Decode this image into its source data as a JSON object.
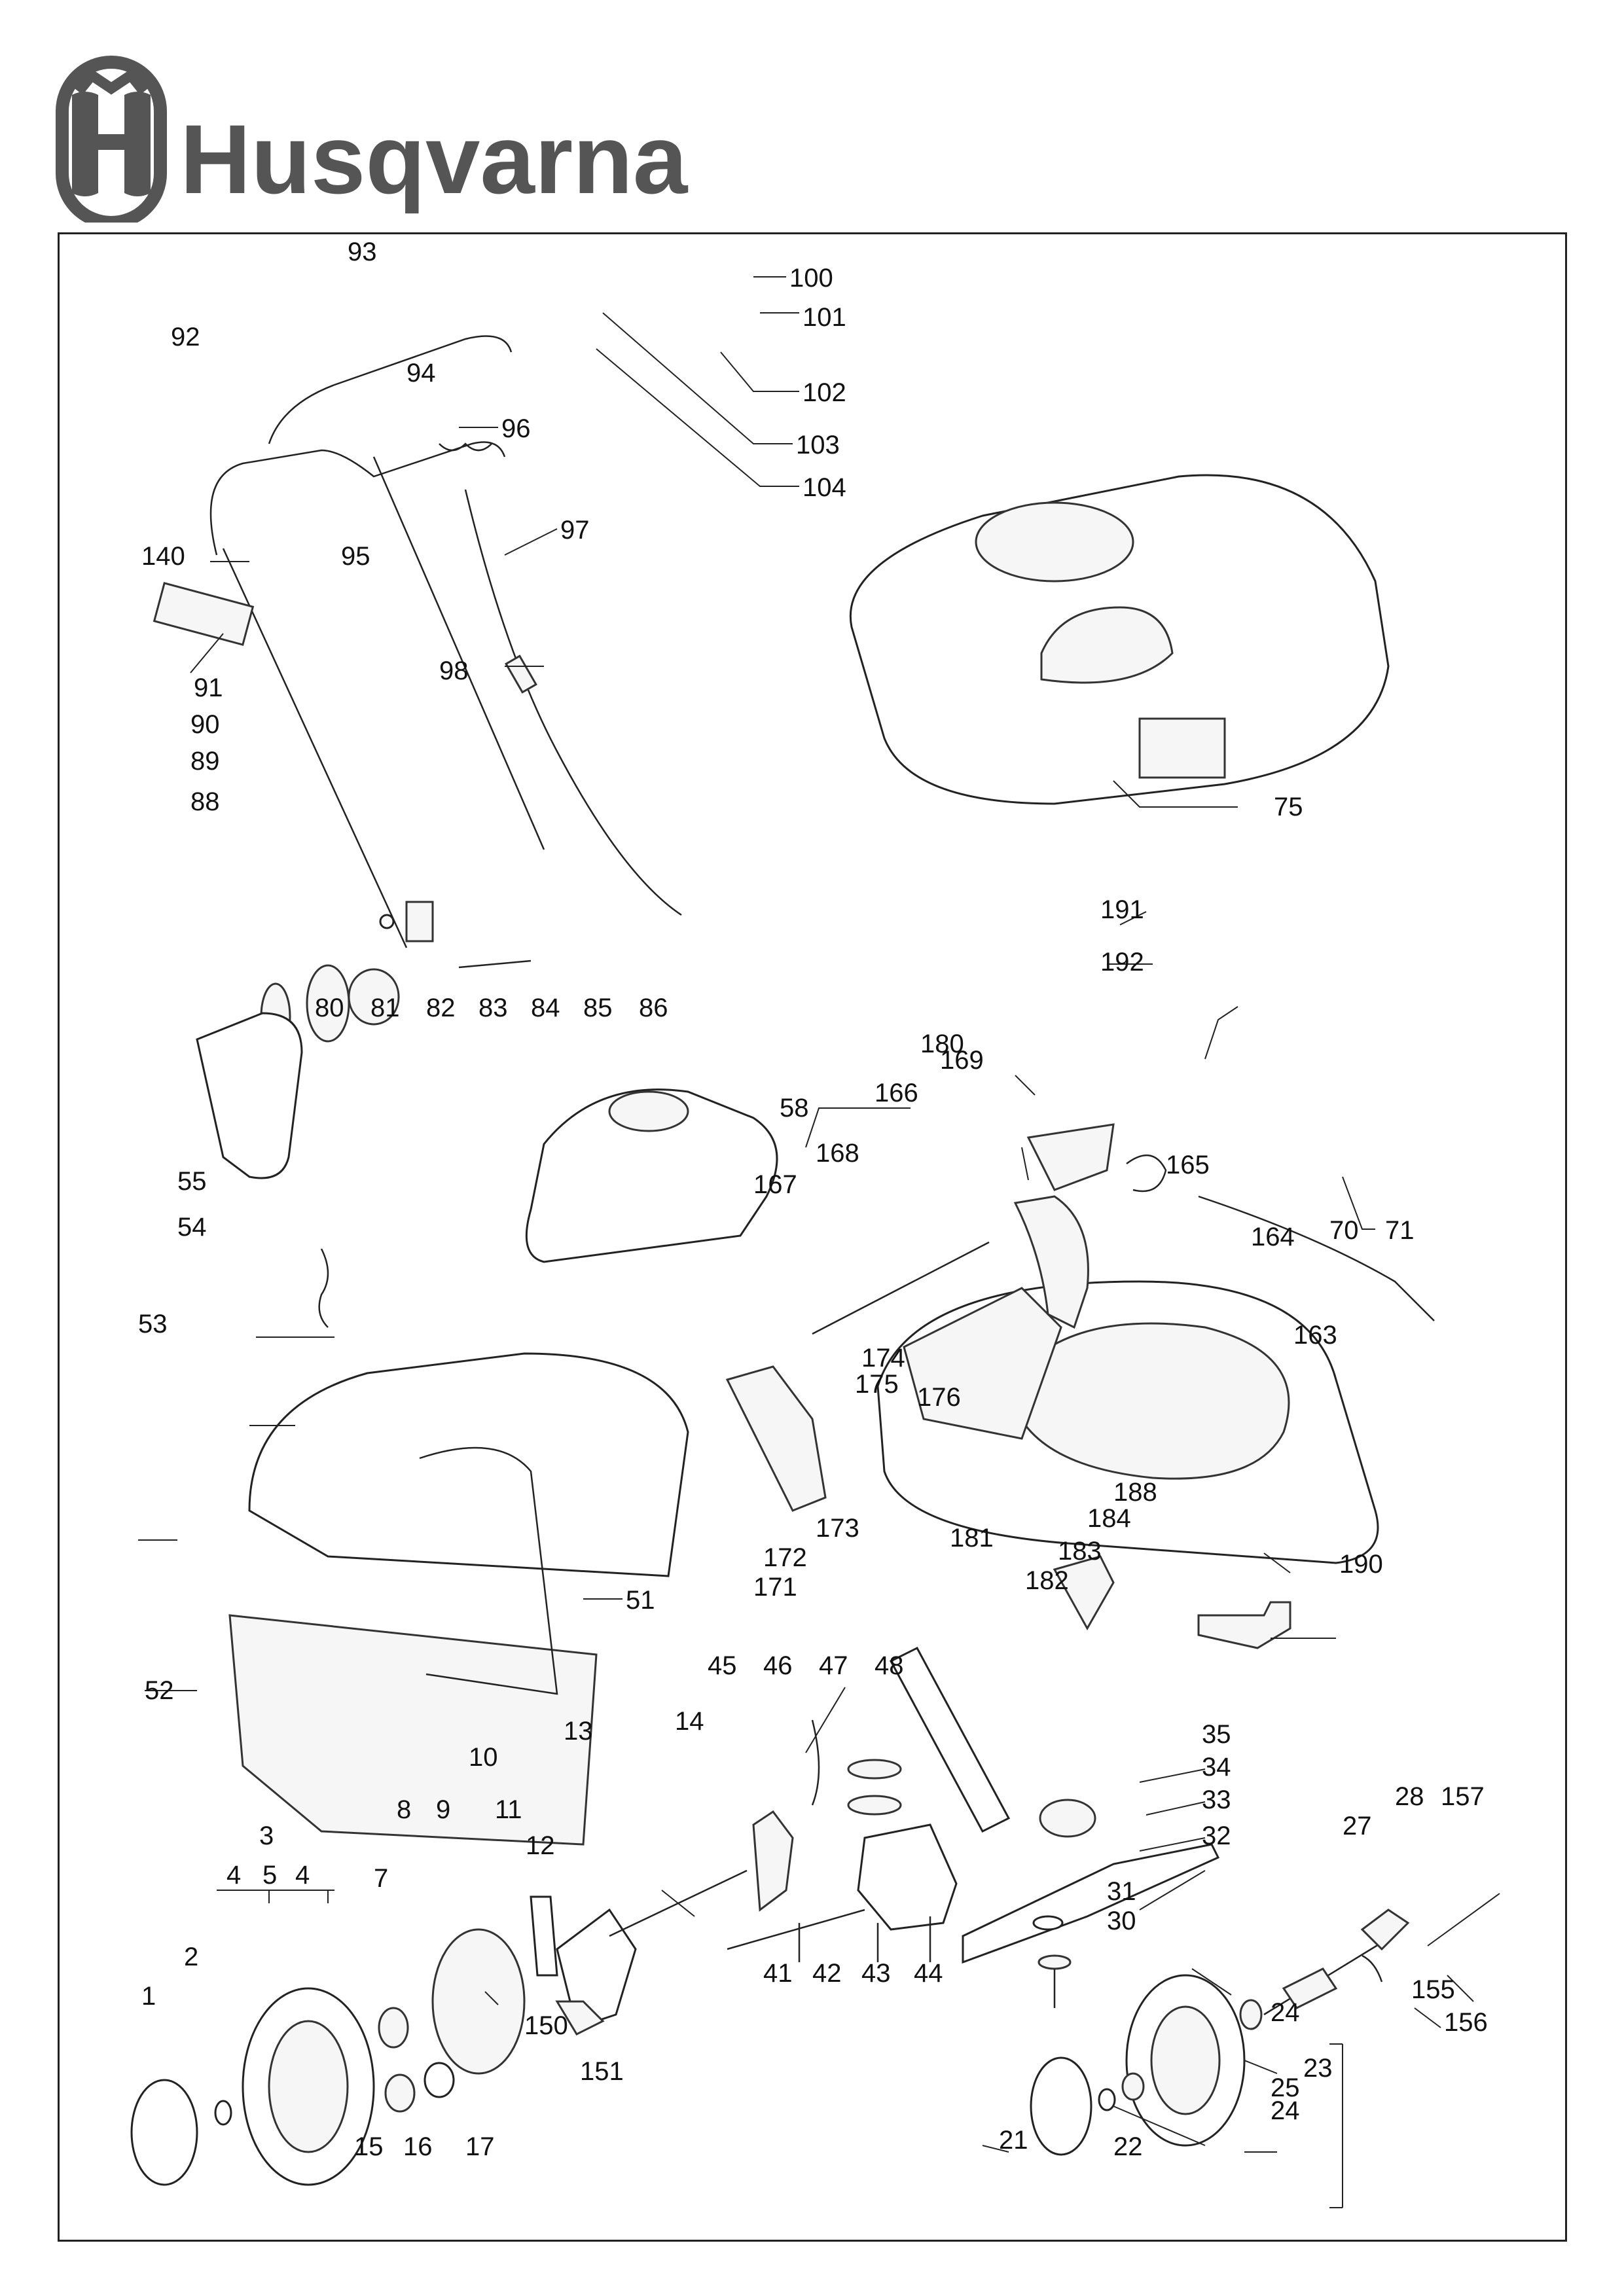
{
  "brand": {
    "name": "Husqvarna",
    "logo_icon": "husqvarna-crown-logo-icon",
    "color": "#555555"
  },
  "callouts": [
    "1",
    "2",
    "3",
    "4",
    "5",
    "4",
    "7",
    "8",
    "9",
    "10",
    "11",
    "12",
    "13",
    "14",
    "15",
    "16",
    "17",
    "21",
    "22",
    "23",
    "24",
    "25",
    "24",
    "27",
    "28",
    "157",
    "30",
    "31",
    "32",
    "33",
    "34",
    "35",
    "41",
    "42",
    "43",
    "44",
    "45",
    "46",
    "47",
    "48",
    "51",
    "52",
    "53",
    "54",
    "55",
    "58",
    "70",
    "71",
    "75",
    "80",
    "81",
    "82",
    "83",
    "84",
    "85",
    "86",
    "88",
    "89",
    "90",
    "91",
    "92",
    "93",
    "94",
    "95",
    "96",
    "97",
    "98",
    "100",
    "101",
    "102",
    "103",
    "104",
    "140",
    "150",
    "151",
    "155",
    "156",
    "163",
    "164",
    "165",
    "166",
    "167",
    "168",
    "169",
    "171",
    "172",
    "173",
    "174",
    "175",
    "176",
    "180",
    "181",
    "182",
    "183",
    "184",
    "188",
    "190",
    "191",
    "192"
  ]
}
